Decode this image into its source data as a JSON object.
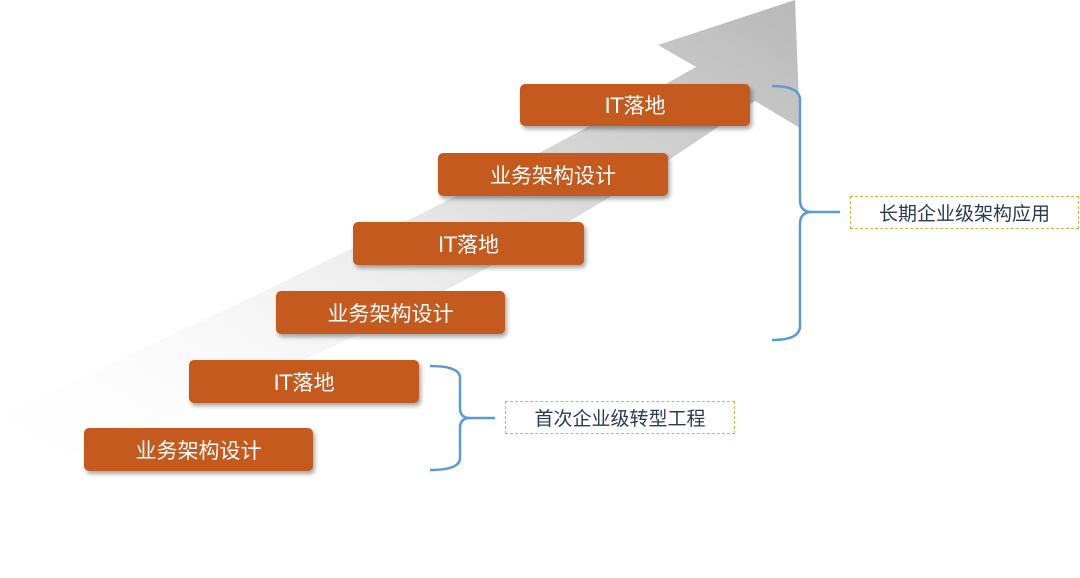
{
  "steps": [
    {
      "label": "业务架构设计"
    },
    {
      "label": "IT落地"
    },
    {
      "label": "业务架构设计"
    },
    {
      "label": "IT落地"
    },
    {
      "label": "业务架构设计"
    },
    {
      "label": "IT落地"
    }
  ],
  "groups": {
    "first": "首次企业级转型工程",
    "long_term": "长期企业级架构应用"
  },
  "colors": {
    "step": "#c55a1f",
    "brace": "#5b9bd5",
    "label_border": "#d4b14a",
    "label_text": "#2b3a55"
  }
}
